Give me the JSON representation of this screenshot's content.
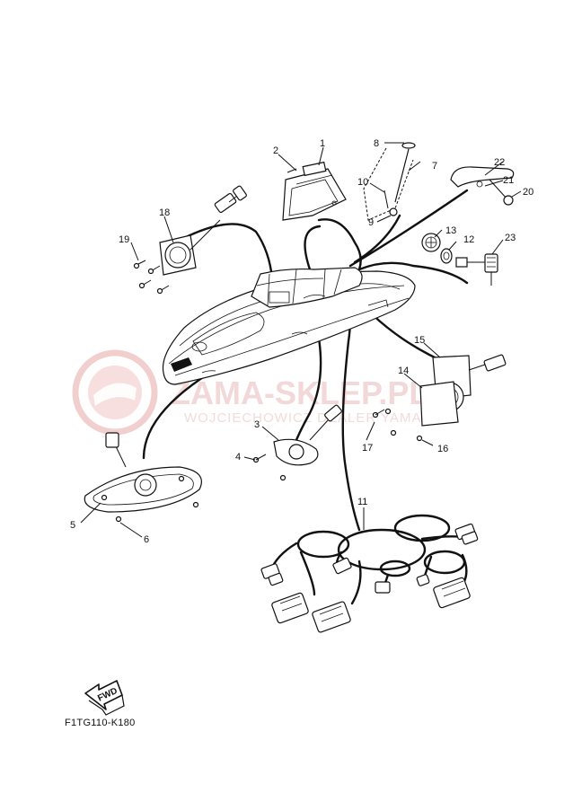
{
  "diagram": {
    "callouts": [
      "1",
      "2",
      "3",
      "4",
      "5",
      "6",
      "7",
      "8",
      "9",
      "10",
      "11",
      "12",
      "13",
      "14",
      "15",
      "16",
      "17",
      "18",
      "19",
      "20",
      "21",
      "22",
      "23"
    ],
    "diagram_code": "F1TG110-K180",
    "fwd_label": "FWD"
  },
  "watermark": {
    "brand": "ZAMA-SKLEP.PL",
    "subtitle": "WOJCIECHOWICZ DEALER YAMAHA"
  }
}
